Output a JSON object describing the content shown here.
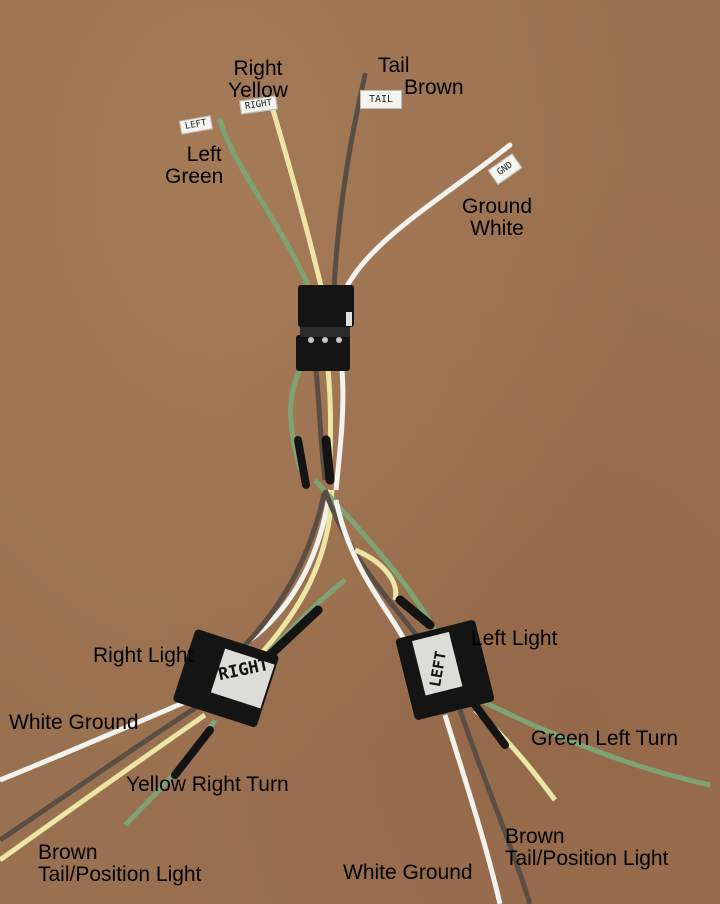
{
  "flags": {
    "left": "LEFT",
    "right": "RIGHT",
    "tail": "TAIL",
    "gnd": "GND"
  },
  "plug_labels": {
    "right": "RIGHT",
    "left": "LEFT"
  },
  "captions": {
    "right_yellow": [
      "Right",
      "Yellow"
    ],
    "tail_brown": [
      "Tail",
      "Brown"
    ],
    "left_green": [
      "Left",
      "Green"
    ],
    "ground_white": [
      "Ground",
      "White"
    ],
    "right_light": "Right Light",
    "left_light": "Left Light",
    "white_ground_left": "White Ground",
    "yellow_right_turn": "Yellow Right Turn",
    "green_left_turn": "Green Left Turn",
    "brown_tail_left": [
      "Brown",
      "Tail/Position Light"
    ],
    "white_ground_bottom": "White Ground",
    "brown_tail_right": [
      "Brown",
      "Tail/Position Light"
    ]
  },
  "colors": {
    "board": "#9a7150",
    "white_wire": "#f2f2ee",
    "green_wire": "#7fa373",
    "yellow_wire": "#ece6a6",
    "brown_wire": "#5a4e44",
    "connector": "#141414"
  }
}
